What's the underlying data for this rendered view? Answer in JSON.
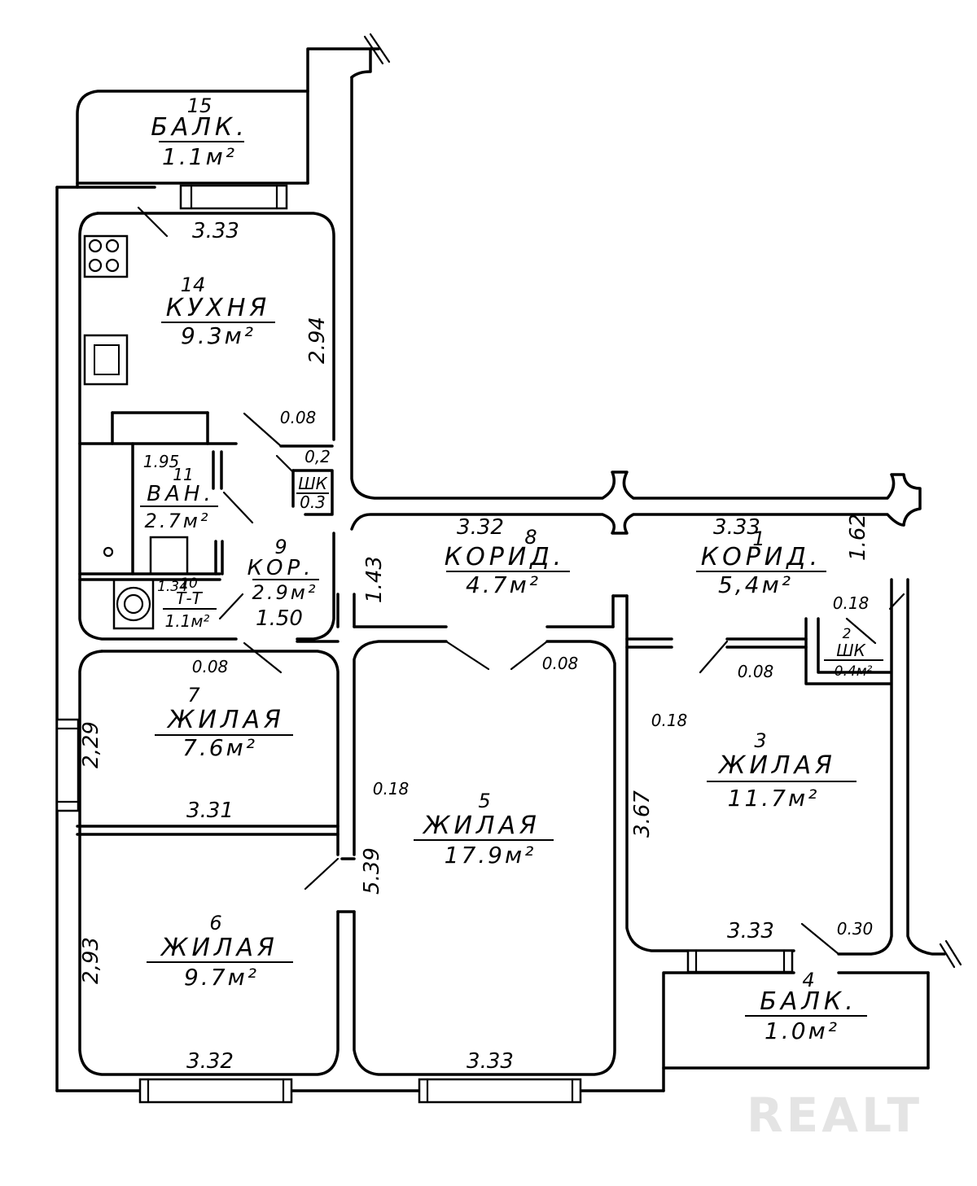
{
  "rooms": {
    "r15": {
      "num": "15",
      "name": "БАЛК.",
      "area": "1.1м²"
    },
    "r14": {
      "num": "14",
      "name": "КУХНЯ",
      "area": "9.3м²"
    },
    "r11": {
      "num": "11",
      "name": "ВАН.",
      "area": "2.7м²"
    },
    "r10": {
      "num": "10",
      "name": "Т-Т",
      "area": "1.1м²"
    },
    "r9": {
      "num": "9",
      "name": "КОР.",
      "area": "2.9м²"
    },
    "r8": {
      "num": "8",
      "name": "КОРИД.",
      "area": "4.7м²"
    },
    "r1": {
      "num": "1",
      "name": "КОРИД.",
      "area": "5,4м²"
    },
    "r12": {
      "num": "ШК",
      "area": "0.3"
    },
    "r2": {
      "num": "2",
      "name": "ШК",
      "area": "0.4м²"
    },
    "r7": {
      "num": "7",
      "name": "ЖИЛАЯ",
      "area": "7.6м²"
    },
    "r5": {
      "num": "5",
      "name": "ЖИЛАЯ",
      "area": "17.9м²"
    },
    "r3": {
      "num": "3",
      "name": "ЖИЛАЯ",
      "area": "11.7м²"
    },
    "r6": {
      "num": "6",
      "name": "ЖИЛАЯ",
      "area": "9.7м²"
    },
    "r4": {
      "num": "4",
      "name": "БАЛК.",
      "area": "1.0м²"
    }
  },
  "dimensions": {
    "kitchen_width": "3.33",
    "kitchen_depth": "2.94",
    "d_008_kitchen": "0.08",
    "d_02": "0,2",
    "bath_len": "1.95",
    "wc_len": "1.34",
    "kor_150": "1.50",
    "kor_143": "1.43",
    "d_008_wc": "0.08",
    "corr8_len": "3.32",
    "corr1_len": "3.33",
    "corr1_width": "1.62",
    "d_018_closet": "0.18",
    "d_008_room5": "0.08",
    "d_008_room3": "0.08",
    "d_018_room3": "0.18",
    "room3_depth": "3.67",
    "room3_width": "3.33",
    "d_030": "0.30",
    "room7_depth": "2,29",
    "room7_width": "3.31",
    "d_018_room5": "0.18",
    "room5_depth": "5.39",
    "room6_depth": "2,93",
    "room6_width": "3.32",
    "room5_width": "3.33"
  },
  "watermark": "REALT"
}
